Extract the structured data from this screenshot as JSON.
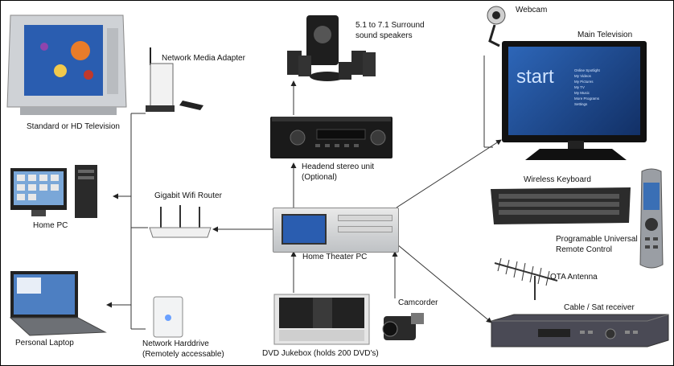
{
  "labels": {
    "std_tv": "Standard or HD Television",
    "media_adapter": "Network Media Adapter",
    "speakers_1": "5.1 to 7.1 Surround",
    "speakers_2": "sound speakers",
    "webcam": "Webcam",
    "main_tv": "Main Television",
    "headend_1": "Headend stereo unit",
    "headend_2": "(Optional)",
    "home_pc": "Home PC",
    "router": "Gigabit Wifi Router",
    "htpc": "Home Theater PC",
    "keyboard": "Wireless Keyboard",
    "remote_1": "Programable Universal",
    "remote_2": "Remote Control",
    "antenna": "OTA Antenna",
    "receiver": "Cable / Sat receiver",
    "laptop": "Personal Laptop",
    "nas_1": "Network Harddrive",
    "nas_2": "(Remotely accessable)",
    "jukebox": "DVD Jukebox (holds 200 DVD's)",
    "camcorder": "Camcorder",
    "tv_screen_text": "start",
    "tv_menu": [
      "Online Spotlight",
      "My Videos",
      "My Pictures",
      "My TV",
      "My Music",
      "More Programs",
      "Settings"
    ]
  }
}
